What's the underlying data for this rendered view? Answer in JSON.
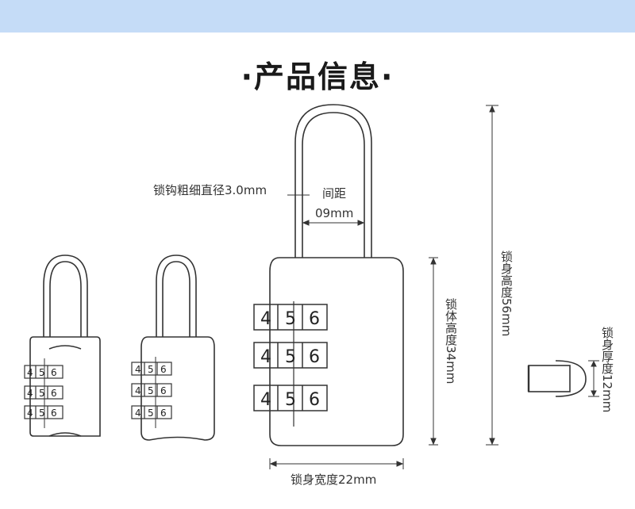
{
  "banner_color": "#c5dcf7",
  "title": "·产品信息·",
  "labels": {
    "shackle_diameter": "锁钩粗细直径3.0mm",
    "gap_name": "间距",
    "gap_value": "09mm",
    "body_height": "锁体高度34mm",
    "total_height": "锁身高度56mm",
    "thickness": "锁身厚度12mm",
    "body_width": "锁身宽度22mm"
  },
  "dial_digits": [
    "4",
    "5",
    "6"
  ]
}
